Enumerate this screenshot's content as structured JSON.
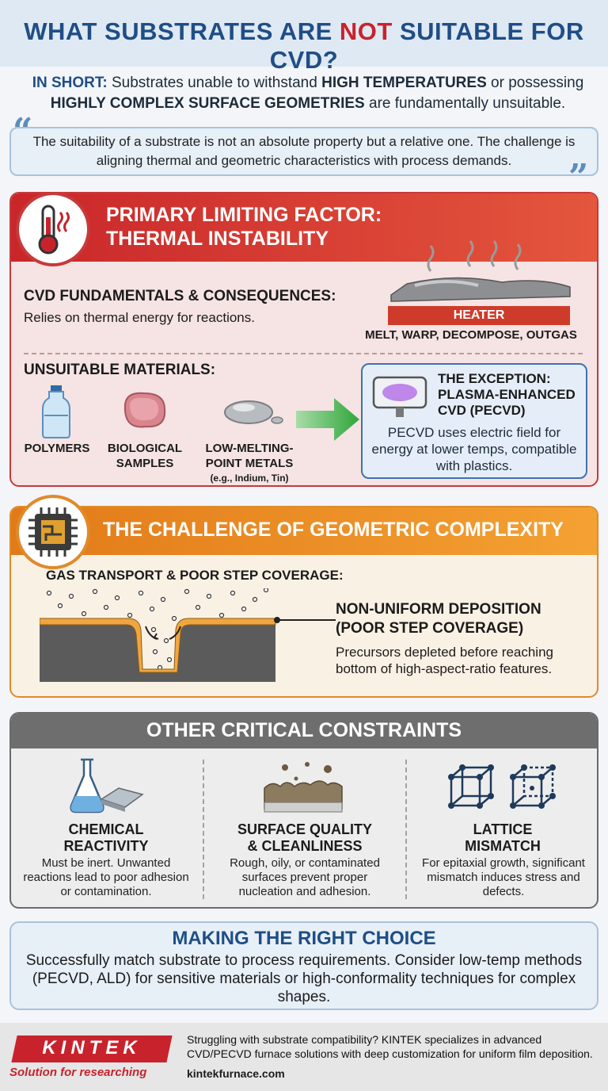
{
  "header": {
    "title_pre": "WHAT SUBSTRATES ARE ",
    "title_not": "NOT",
    "title_post": " SUITABLE FOR CVD?"
  },
  "in_short": {
    "lead": "IN SHORT:",
    "text1": " Substrates unable to withstand ",
    "bold1": "HIGH TEMPERATURES",
    "text2": " or possessing ",
    "bold2": "HIGHLY COMPLEX SURFACE GEOMETRIES",
    "text3": " are fundamentally unsuitable."
  },
  "quote": {
    "open": "“",
    "close": "”",
    "text": "The suitability of a substrate is not an absolute property but a relative one. The challenge is aligning thermal and geometric characteristics with process demands."
  },
  "thermal": {
    "title_line1": "PRIMARY LIMITING FACTOR:",
    "title_line2": "THERMAL INSTABILITY",
    "fundamentals_title": "CVD FUNDAMENTALS & CONSEQUENCES:",
    "fundamentals_text": "Relies on thermal energy for reactions.",
    "heater_label": "HEATER",
    "effects": "MELT, WARP, DECOMPOSE, OUTGAS",
    "unsuitable_title": "UNSUITABLE MATERIALS:",
    "materials": [
      {
        "line1": "POLYMERS",
        "line2": "",
        "note": ""
      },
      {
        "line1": "BIOLOGICAL",
        "line2": "SAMPLES",
        "note": ""
      },
      {
        "line1": "LOW-MELTING-",
        "line2": "POINT METALS",
        "note": "(e.g., Indium, Tin)"
      }
    ],
    "exception": {
      "line1": "THE EXCEPTION:",
      "line2": "PLASMA-ENHANCED",
      "line3": "CVD (PECVD)",
      "body": "PECVD uses electric field for energy at lower temps, compatible with plastics."
    },
    "colors": {
      "accent": "#c8393a",
      "arrow": "#2fa63a"
    }
  },
  "geometric": {
    "title": "THE CHALLENGE OF GEOMETRIC COMPLEXITY",
    "subtitle": "GAS TRANSPORT & POOR STEP COVERAGE:",
    "callout_line1": "NON-UNIFORM DEPOSITION",
    "callout_line2": "(POOR STEP COVERAGE)",
    "callout_body": "Precursors depleted before reaching bottom of high-aspect-ratio features.",
    "colors": {
      "accent": "#e08a2a"
    }
  },
  "other": {
    "title": "OTHER CRITICAL CONSTRAINTS",
    "columns": [
      {
        "line1": "CHEMICAL",
        "line2": "REACTIVITY",
        "body": "Must be inert. Unwanted reactions lead to poor adhesion or contamination.",
        "icon": "flask-icon"
      },
      {
        "line1": "SURFACE QUALITY",
        "line2": "& CLEANLINESS",
        "body": "Rough, oily, or contaminated surfaces prevent proper nucleation and adhesion.",
        "icon": "rough-surface-icon"
      },
      {
        "line1": "LATTICE",
        "line2": "MISMATCH",
        "body": "For epitaxial growth, significant mismatch induces stress and defects.",
        "icon": "lattice-icon"
      }
    ]
  },
  "choice": {
    "title": "MAKING THE RIGHT CHOICE",
    "body": "Successfully match substrate to process requirements. Consider low-temp methods (PECVD, ALD) for sensitive materials or high-conformality techniques for complex shapes."
  },
  "footer": {
    "logo": "KINTEK",
    "tagline": "Solution for researching",
    "text": "Struggling with substrate compatibility? KINTEK specializes in advanced CVD/PECVD furnace solutions with deep customization for uniform film deposition.",
    "url": "kintekfurnace.com"
  }
}
